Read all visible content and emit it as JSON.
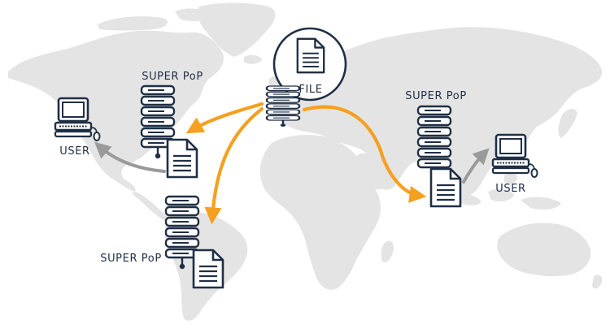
{
  "labels": {
    "file": "FILE",
    "pop_europe": "SUPER PoP",
    "pop_asia": "SUPER PoP",
    "pop_samerica": "SUPER PoP",
    "user_left": "USER",
    "user_right": "USER"
  },
  "icons": {
    "origin_document": "document-icon",
    "server": "server-rack-icon",
    "computer": "desktop-computer-icon"
  },
  "colors": {
    "map": "#e4e4e4",
    "ink": "#1f2f45",
    "arrow_orange": "#f5a020",
    "arrow_gray": "#9a9a9a",
    "background": "#ffffff"
  }
}
